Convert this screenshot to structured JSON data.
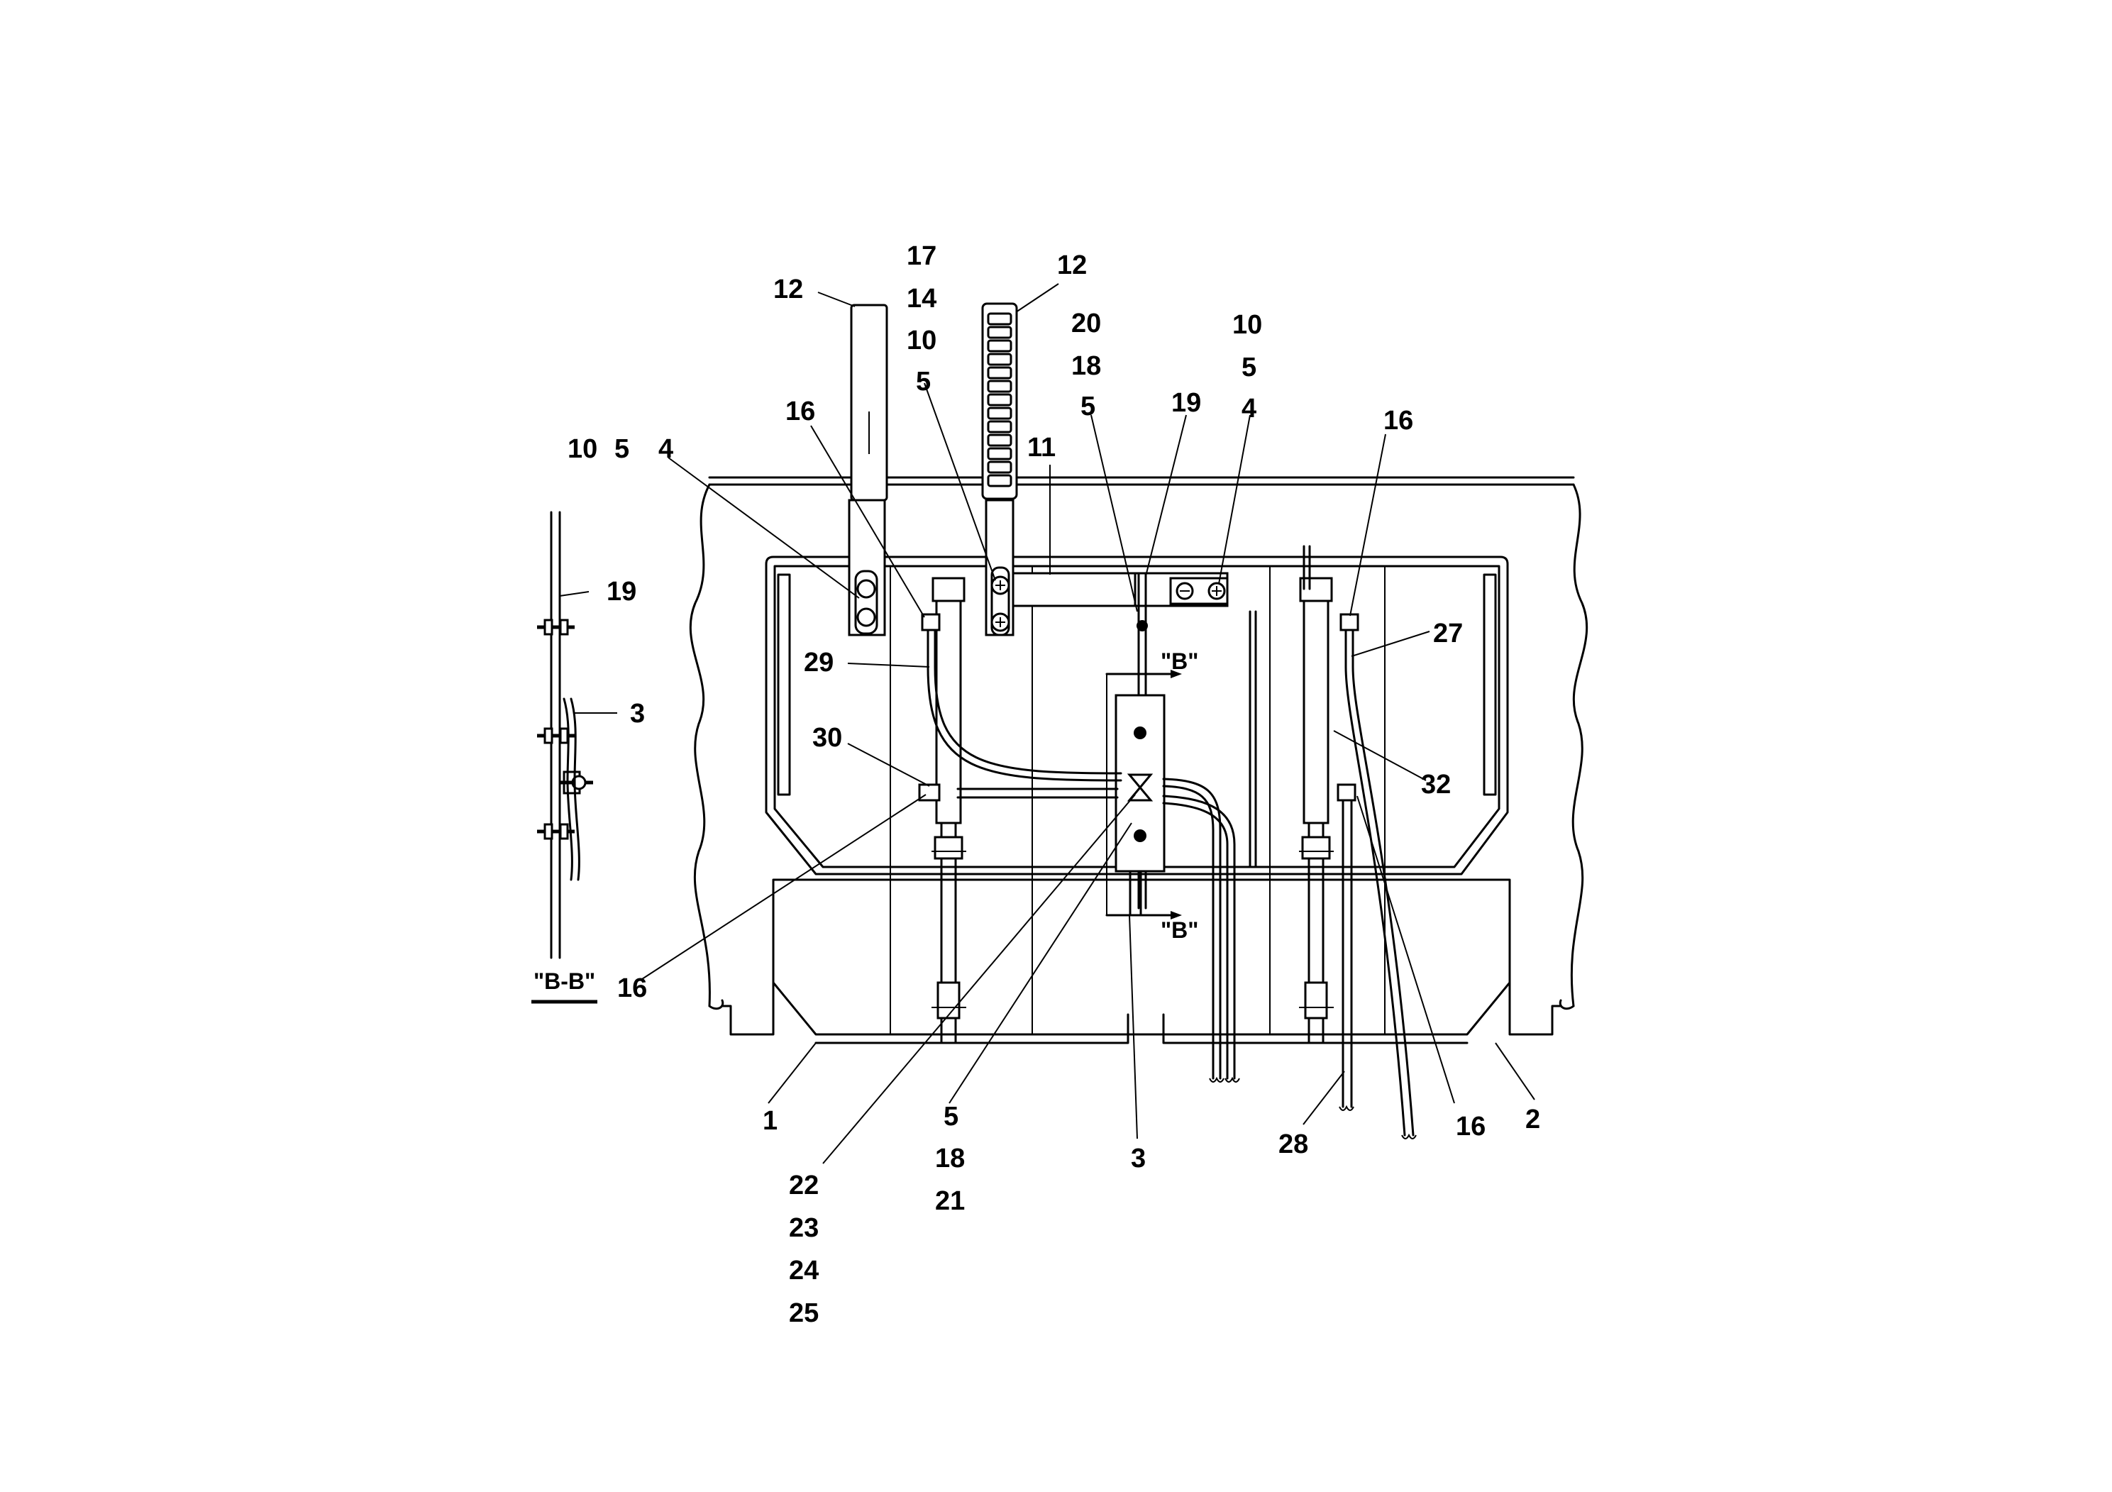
{
  "callouts": {
    "c_12a": "12",
    "c_17": "17",
    "c_14": "14",
    "c_10a": "10",
    "c_5a": "5",
    "c_12b": "12",
    "c_20": "20",
    "c_18a": "18",
    "c_5b": "5",
    "c_19a": "19",
    "c_10b": "10",
    "c_5c": "5",
    "c_4a": "4",
    "c_16a": "16",
    "c_11": "11",
    "c_10c": "10",
    "c_5d": "5",
    "c_4b": "4",
    "c_16b": "16",
    "c_19b": "19",
    "c_3a": "3",
    "c_27": "27",
    "c_29": "29",
    "c_30": "30",
    "c_32": "32",
    "c_16c": "16",
    "c_1": "1",
    "c_5e": "5",
    "c_18b": "18",
    "c_21": "21",
    "c_3b": "3",
    "c_28": "28",
    "c_16d": "16",
    "c_2": "2",
    "c_22": "22",
    "c_23": "23",
    "c_24": "24",
    "c_25": "25"
  },
  "section_marks": {
    "b_top": "\"B\"",
    "b_bottom": "\"B\"",
    "bb_view": "\"B-B\""
  }
}
